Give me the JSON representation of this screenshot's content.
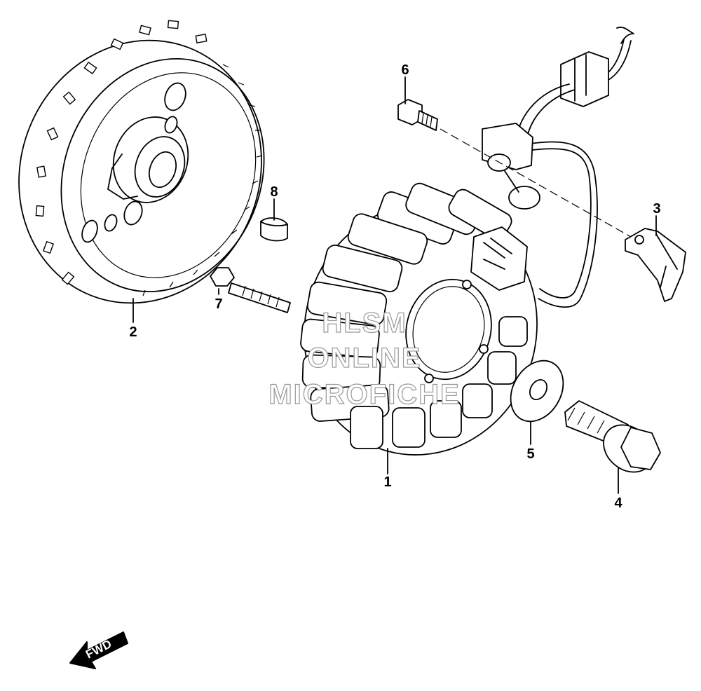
{
  "callouts": [
    {
      "id": "1",
      "label": "1"
    },
    {
      "id": "2",
      "label": "2"
    },
    {
      "id": "3",
      "label": "3"
    },
    {
      "id": "4",
      "label": "4"
    },
    {
      "id": "5",
      "label": "5"
    },
    {
      "id": "6",
      "label": "6"
    },
    {
      "id": "7",
      "label": "7"
    },
    {
      "id": "8",
      "label": "8"
    }
  ],
  "watermark": {
    "line1": "HLSM",
    "line2": "ONLINE",
    "line3": "MICROFICHE"
  },
  "direction": {
    "label": "FWD",
    "icon": "fwd-arrow-icon"
  }
}
